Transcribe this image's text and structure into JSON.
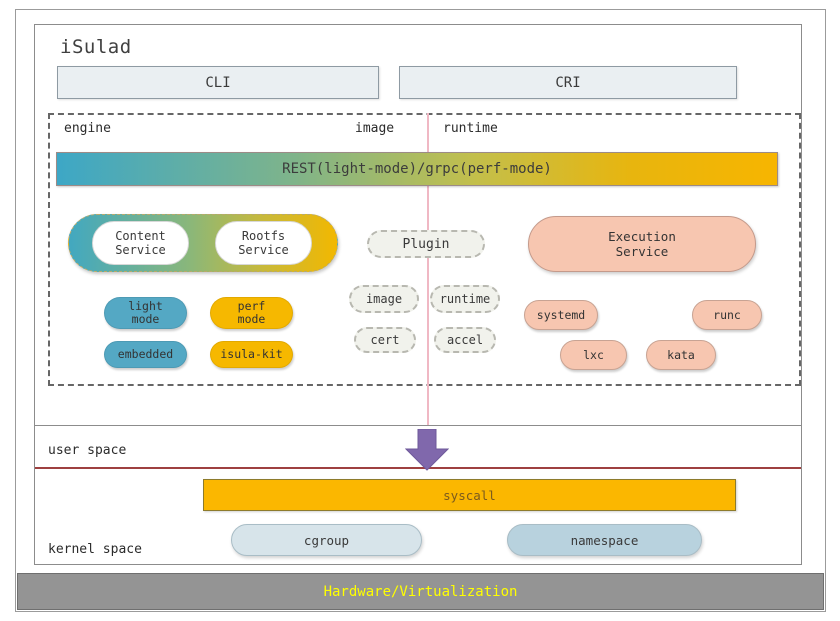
{
  "diagram": {
    "title": "iSulad",
    "interfaces": [
      {
        "id": "cli",
        "label": "CLI"
      },
      {
        "id": "cri",
        "label": "CRI"
      }
    ],
    "zones": [
      {
        "id": "engine",
        "label": "engine"
      },
      {
        "id": "image",
        "label": "image"
      },
      {
        "id": "runtime",
        "label": "runtime"
      }
    ],
    "api_bar": {
      "label": "REST(light-mode)/grpc(perf-mode)",
      "gradient_from": "#3da7c6",
      "gradient_to": "#f7b500"
    },
    "engine_section": {
      "services_pill": {
        "gradient_from": "#42a8c0",
        "gradient_to": "#f2b800",
        "items": [
          {
            "id": "content-service",
            "label": "Content\nService",
            "line1": "Content",
            "line2": "Service"
          },
          {
            "id": "rootfs-service",
            "label": "Rootfs\nService",
            "line1": "Rootfs",
            "line2": "Service"
          }
        ]
      },
      "modes": [
        {
          "id": "light-mode",
          "line1": "light",
          "line2": "mode",
          "color": "#54a8c4"
        },
        {
          "id": "perf-mode",
          "line1": "perf",
          "line2": "mode",
          "color": "#f6b800"
        },
        {
          "id": "embedded",
          "line1": "embedded",
          "line2": "",
          "color": "#54a8c4"
        },
        {
          "id": "isula-kit",
          "line1": "isula-kit",
          "line2": "",
          "color": "#f6b800"
        }
      ]
    },
    "plugin_section": {
      "main": {
        "id": "plugin",
        "label": "Plugin"
      },
      "items": [
        {
          "id": "plugin-image",
          "label": "image"
        },
        {
          "id": "plugin-runtime",
          "label": "runtime"
        },
        {
          "id": "plugin-cert",
          "label": "cert"
        },
        {
          "id": "plugin-accel",
          "label": "accel"
        }
      ]
    },
    "runtime_section": {
      "execution_service": {
        "id": "execution-service",
        "line1": "Execution",
        "line2": "Service",
        "color": "#f7c6b0"
      },
      "runtimes": [
        {
          "id": "systemd",
          "label": "systemd"
        },
        {
          "id": "runc",
          "label": "runc"
        },
        {
          "id": "lxc",
          "label": "lxc"
        },
        {
          "id": "kata",
          "label": "kata"
        }
      ]
    },
    "spaces": {
      "user_space_label": "user space",
      "kernel_space_label": "kernel space",
      "divider_color": "#9e4040",
      "arrow_color": "#8068ac",
      "syscall": {
        "id": "syscall",
        "label": "syscall",
        "color": "#fbb700"
      },
      "kernel_features": [
        {
          "id": "cgroup",
          "label": "cgroup",
          "color": "#d7e4ea"
        },
        {
          "id": "namespace",
          "label": "namespace",
          "color": "#b8d2de"
        }
      ]
    },
    "hardware_bar": {
      "label": "Hardware/Virtualization",
      "background": "#949494",
      "text_color": "#ffff00"
    }
  }
}
